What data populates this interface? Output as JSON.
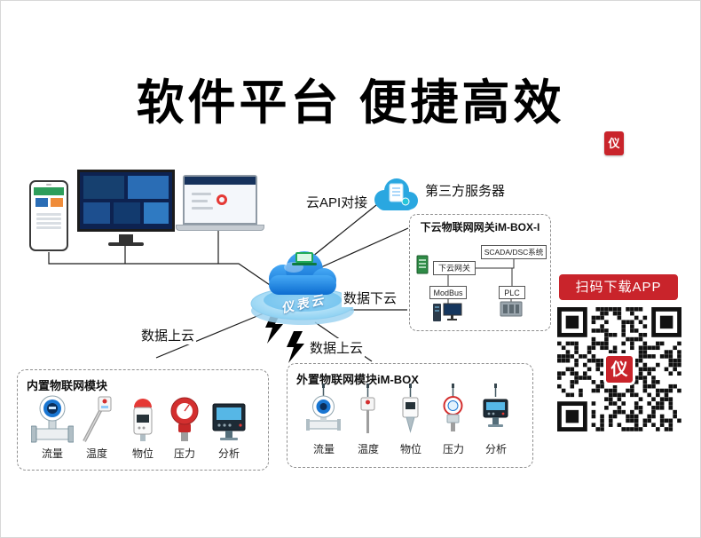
{
  "page": {
    "title": "软件平台 便捷高效"
  },
  "colors": {
    "accent_red": "#c9242b",
    "cloud_blue": "#1e88e5"
  },
  "diagram": {
    "cloud_platform_label": "仪表云",
    "api_link_label": "云API对接",
    "third_party_server_label": "第三方服务器",
    "data_down_label": "数据下云",
    "data_up_left_label": "数据上云",
    "data_up_right_label": "数据上云",
    "gateway": {
      "title": "下云物联网网关iM-BOX-I",
      "gateway_node": "下云网关",
      "scada_node": "SCADA/DSC系统",
      "modbus_node": "ModBus",
      "plc_node": "PLC"
    },
    "builtin_module": {
      "title": "内置物联网模块",
      "items": [
        {
          "label": "流量"
        },
        {
          "label": "温度"
        },
        {
          "label": "物位"
        },
        {
          "label": "压力"
        },
        {
          "label": "分析"
        }
      ]
    },
    "external_module": {
      "title": "外置物联网模块iM-BOX",
      "items": [
        {
          "label": "流量"
        },
        {
          "label": "温度"
        },
        {
          "label": "物位"
        },
        {
          "label": "压力"
        },
        {
          "label": "分析"
        }
      ]
    }
  },
  "qr_section": {
    "download_button_label": "扫码下载APP",
    "logo_glyph": "仪"
  }
}
